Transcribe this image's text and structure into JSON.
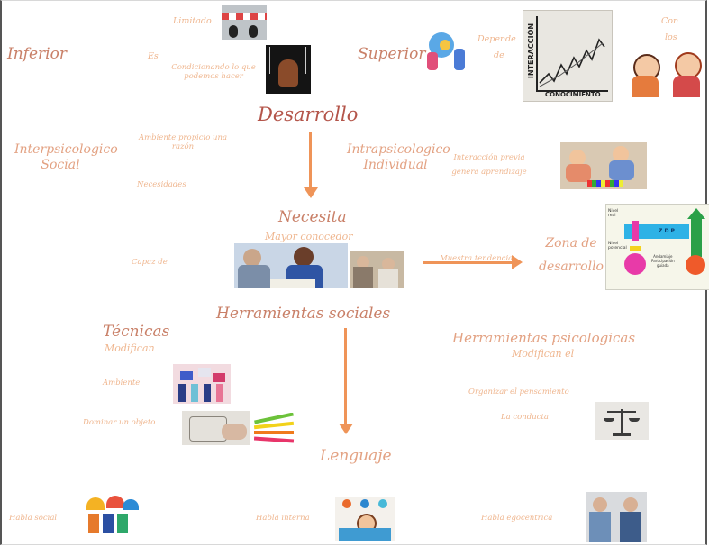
{
  "nodes": {
    "inferior": "Inferior",
    "limitado": "Limitado",
    "es": "Es",
    "condicionado": "Condicionando lo que",
    "condicionado2": "podemos hacer",
    "superior": "Superior",
    "depende": "Depende",
    "de": "de",
    "con": "Con",
    "los": "los",
    "desarrollo": "Desarrollo",
    "interpsicologico": "Interpsicologico",
    "social": "Social",
    "ambiente_propicio": "Ambiente propicio una",
    "razon": "razón",
    "necesidades": "Necesidades",
    "intrapsicologico": "Intrapsicologico",
    "individual": "Individual",
    "interaccion_previa": "Interacción previa",
    "genera_aprendizaje": "genera aprendizaje",
    "necesita": "Necesita",
    "mayor_conocedor": "Mayor conocedor",
    "capaz_de": "Capaz de",
    "muestra_tendencia": "Muestra tendencia",
    "zona_de": "Zona de",
    "desarrollo_zona": "desarrollo",
    "herramientas_sociales": "Herramientas sociales",
    "tecnicas": "Técnicas",
    "modifican": "Modifican",
    "ambiente": "Ambiente",
    "dominar_objeto": "Dominar un objeto",
    "herramientas_psicologicas": "Herramientas psicologicas",
    "modifican_el": "Modifican el",
    "organizar_pensamiento": "Organizar el pensamiento",
    "conducta": "La conducta",
    "lenguaje": "Lenguaje",
    "habla_social": "Habla social",
    "habla_interna": "Habla interna",
    "habla_egocentrica": "Habla egocentrica"
  },
  "images": {
    "interaccion_chart_text_1": "INTERACCIÓN",
    "interaccion_chart_text_2": "CONOCIMIENTO",
    "zdp_label": "Z D P",
    "zdp_row1": "Nivel",
    "zdp_row1b": "real",
    "zdp_row2": "Nivel",
    "zdp_row2b": "potencial",
    "zdp_center1": "Andamiaje",
    "zdp_center2": "Participación",
    "zdp_center3": "guiada"
  },
  "colors": {
    "title": "#b4554a",
    "heading": "#c98068",
    "subheading": "#e3a283",
    "small": "#efb68f",
    "arrow": "#ef9458"
  }
}
